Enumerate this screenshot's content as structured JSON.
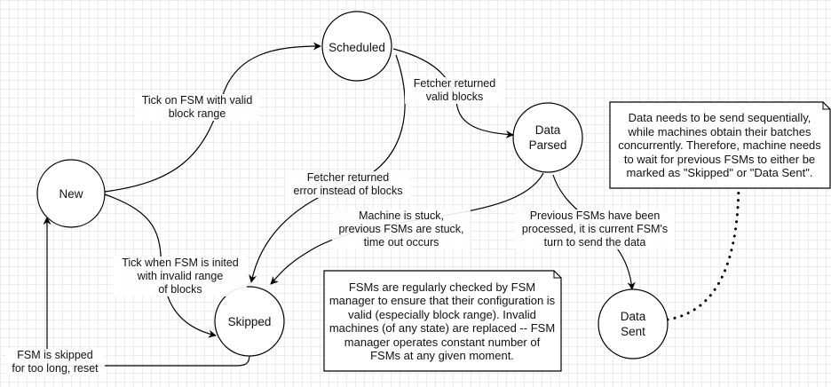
{
  "states": {
    "new": "New",
    "scheduled": "Scheduled",
    "data_parsed": "Data\nParsed",
    "skipped": "Skipped",
    "data_sent": "Data\nSent"
  },
  "transitions": {
    "new_to_scheduled": "Tick on FSM with valid\nblock range",
    "scheduled_to_parsed": "Fetcher returned\nvalid blocks",
    "scheduled_to_skipped": "Fetcher returned\nerror instead of blocks",
    "parsed_to_skipped": "Machine is stuck,\nprevious FSMs are stuck,\ntime out occurs",
    "parsed_to_sent": "Previous FSMs have been\nprocessed, it is current FSM's\nturn to send the data",
    "new_to_skipped": "Tick when FSM is inited\nwith invalid range\nof blocks",
    "skipped_to_new": "FSM is skipped\nfor too long, reset"
  },
  "notes": {
    "manager": "FSMs are regularly checked by FSM\nmanager to ensure that their configuration is\nvalid (especially block range). Invalid\nmachines (of any state) are replaced -- FSM\nmanager operates constant number of\nFSMs at any given moment.",
    "sequential": "Data needs to be send sequentially,\nwhile machines obtain their batches\nconcurrently. Therefore, machine needs\nto wait for previous FSMs to either be\nmarked as \"Skipped\" or \"Data Sent\"."
  }
}
